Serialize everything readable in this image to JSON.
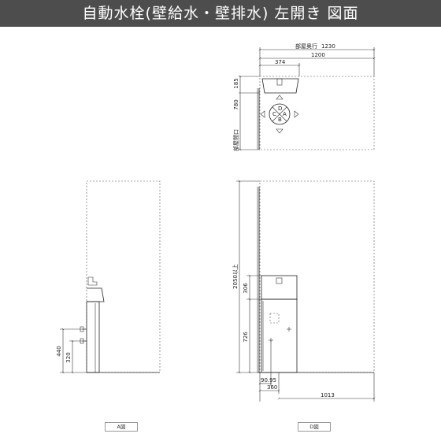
{
  "header": {
    "title": "自動水栓(壁給水・壁排水) 左開き 図面"
  },
  "plan_view": {
    "room_depth_label": "部屋奥行",
    "room_depth": "1230",
    "width_total": "1200",
    "offset_from_left": "374",
    "depth_total": "780",
    "depth_front": "185",
    "opening_label": "部屋間口",
    "direction_letters": {
      "top": "D",
      "left": "C",
      "right": "A",
      "bottom": "B"
    }
  },
  "view_a": {
    "label": "A図",
    "dim_440": "440",
    "dim_320": "320"
  },
  "view_d": {
    "label": "D図",
    "height_total": "2050以上",
    "dim_306": "306",
    "dim_726": "726",
    "dim_90_95": "90.95",
    "dim_360": "360",
    "dim_1013": "1013"
  }
}
